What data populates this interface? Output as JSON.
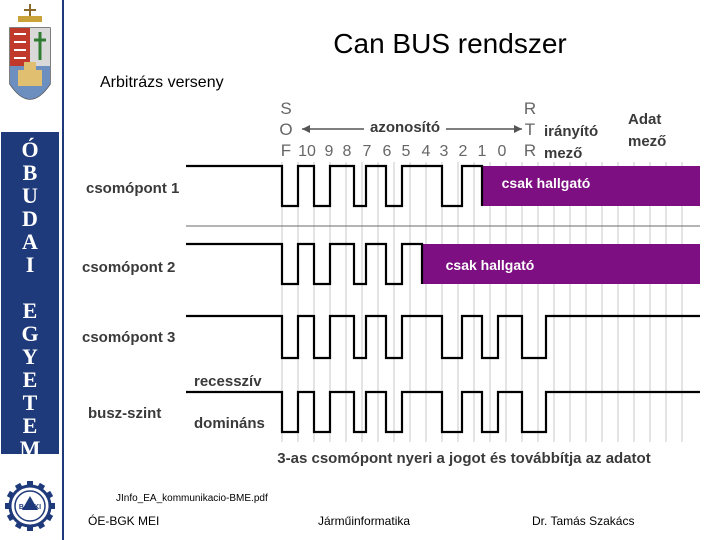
{
  "slide": {
    "title": "Can BUS rendszer",
    "subtitle": "Arbitrázs verseny",
    "source": "JInfo_EA_kommunikacio-BME.pdf",
    "footer_left": "ÓE-BGK MEI",
    "footer_mid": "Járműinformatika",
    "footer_right": "Dr. Tamás Szakács"
  },
  "sidebar": {
    "vertical_letters": [
      "Ó",
      "B",
      "U",
      "D",
      "A",
      "I",
      "",
      "E",
      "G",
      "Y",
      "E",
      "T",
      "E",
      "M"
    ],
    "logo_text": "BÁNKI",
    "band_color": "#1f3a7a"
  },
  "diagram": {
    "header": {
      "sof": [
        "S",
        "O",
        "F"
      ],
      "rtr": [
        "R",
        "T",
        "R"
      ],
      "identifier_label": "azonosító",
      "control_label": [
        "irányító",
        "mező"
      ],
      "data_label": [
        "Adat",
        "mező"
      ],
      "bits": [
        "10",
        "9",
        "8",
        "7",
        "6",
        "5",
        "4",
        "3",
        "2",
        "1",
        "0"
      ]
    },
    "rows": [
      {
        "label": "csomópont 1",
        "listen_label": "csak hallgató"
      },
      {
        "label": "csomópont 2",
        "listen_label": "csak hallgató"
      },
      {
        "label": "csomópont 3"
      },
      {
        "label": "busz-szint",
        "recessive": "recesszív",
        "dominant": "domináns"
      }
    ],
    "conclusion": "3-as csomópont nyeri a jogot és továbbítja az adatot",
    "listen_color": "#7d0f82",
    "label_color": "#3a3a3a"
  }
}
